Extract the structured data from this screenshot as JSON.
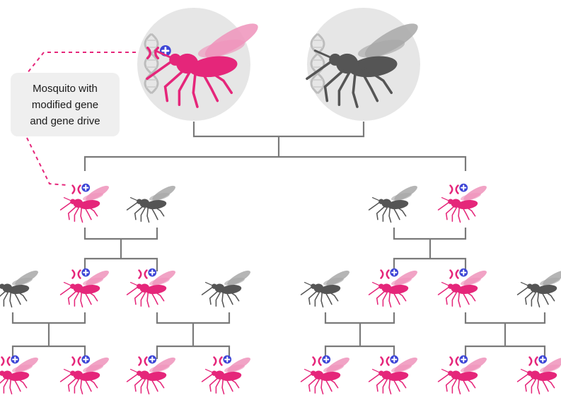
{
  "callout": {
    "text": "Mosquito with\nmodified gene\nand gene drive"
  },
  "colors": {
    "modified": "#e5267a",
    "modified_wing": "#ef93bb",
    "wild": "#555555",
    "wild_wing": "#a8a8a8",
    "drive_badge": "#3d45d6",
    "circle_bg": "#e6e6e6",
    "lines": "#7a7a7a",
    "callout_border": "#e5267a"
  },
  "icons": {
    "modified_mosquito": "mosquito-modified-icon",
    "wild_mosquito": "mosquito-wild-icon",
    "gene_drive": "plus-badge-icon",
    "modified_chromosome": "x-chromosome-icon",
    "dna": "dna-helix-icon"
  },
  "generations": [
    {
      "name": "parents",
      "mosquitoes": [
        "modified",
        "wild"
      ]
    },
    {
      "name": "generation-1",
      "mosquitoes": [
        "modified",
        "wild",
        "wild",
        "modified"
      ]
    },
    {
      "name": "generation-2",
      "mosquitoes": [
        "wild",
        "modified",
        "modified",
        "wild",
        "wild",
        "modified",
        "modified",
        "wild"
      ]
    },
    {
      "name": "generation-3",
      "mosquitoes": [
        "modified",
        "modified",
        "modified",
        "modified",
        "modified",
        "modified",
        "modified",
        "modified"
      ]
    }
  ]
}
